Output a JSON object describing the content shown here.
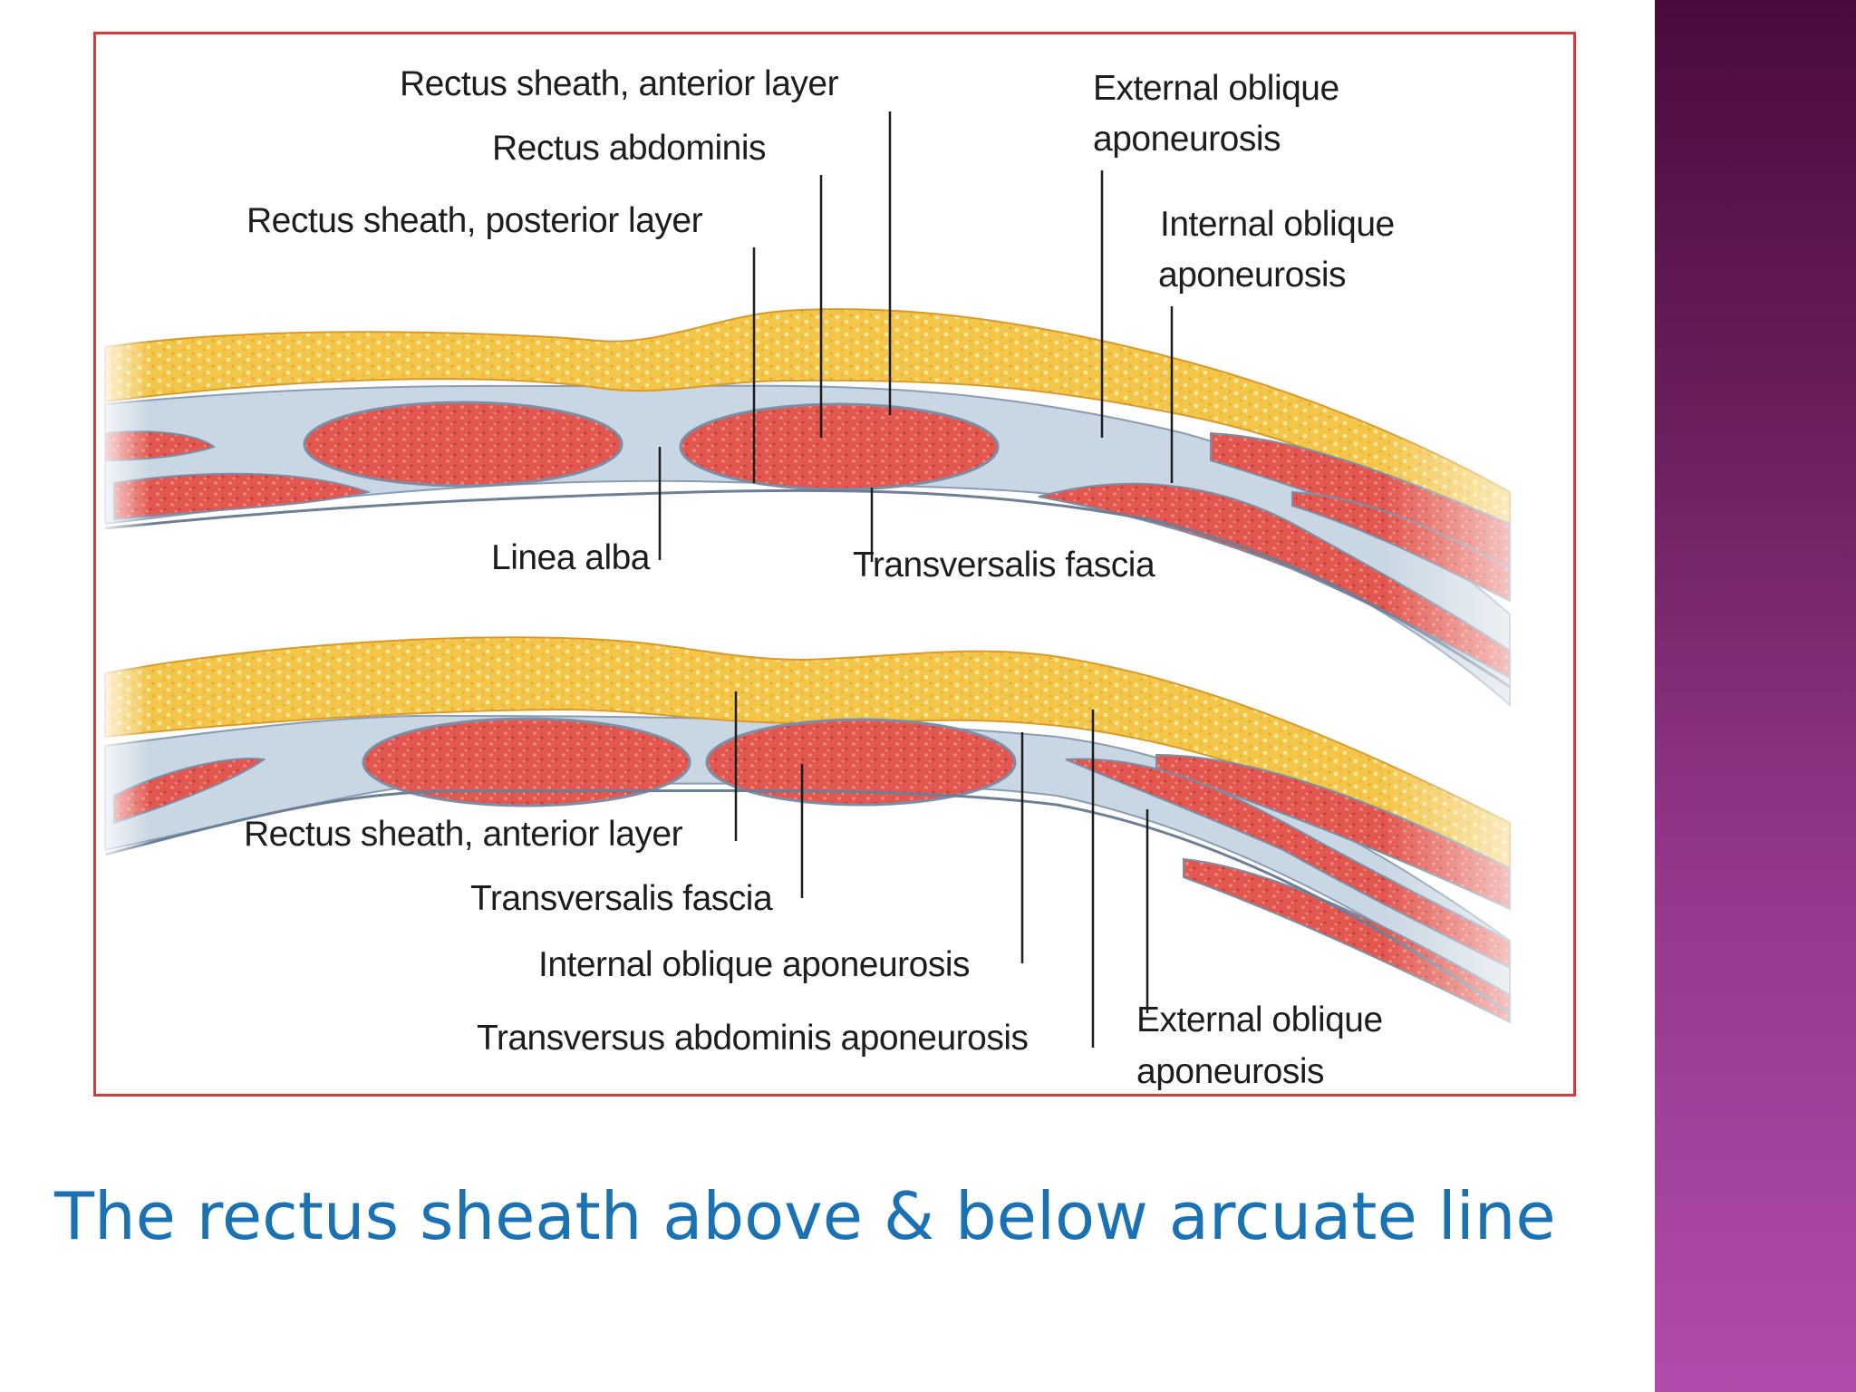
{
  "slide": {
    "caption": "The rectus sheath above & below arcuate line"
  },
  "figure": {
    "top_section": {
      "labels": {
        "rectus_sheath_anterior_layer": "Rectus sheath, anterior layer",
        "rectus_abdominis": "Rectus abdominis",
        "rectus_sheath_posterior_layer": "Rectus sheath, posterior layer",
        "external_oblique_aponeurosis_line1": "External oblique",
        "external_oblique_aponeurosis_line2": "aponeurosis",
        "internal_oblique_aponeurosis_line1": "Internal oblique",
        "internal_oblique_aponeurosis_line2": "aponeurosis",
        "linea_alba": "Linea alba",
        "transversalis_fascia": "Transversalis fascia"
      }
    },
    "bottom_section": {
      "labels": {
        "rectus_sheath_anterior_layer": "Rectus sheath, anterior layer",
        "transversalis_fascia": "Transversalis fascia",
        "internal_oblique_aponeurosis": "Internal oblique aponeurosis",
        "transversus_abdominis_aponeurosis": "Transversus abdominis aponeurosis",
        "external_oblique_aponeurosis_line1": "External oblique",
        "external_oblique_aponeurosis_line2": "aponeurosis"
      }
    },
    "colors": {
      "fat": "#f3c64a",
      "muscle": "#e2574f",
      "fascia": "#c9d6e3",
      "frame_border": "#d83a3a",
      "caption": "#1a72b4"
    }
  }
}
